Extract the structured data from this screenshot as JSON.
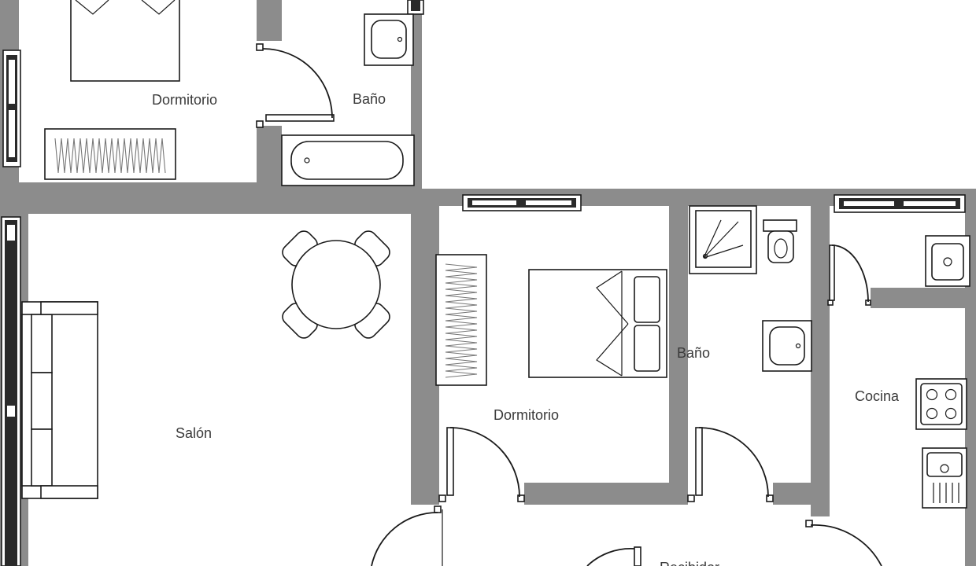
{
  "plan": {
    "rooms": {
      "bedroom_top": {
        "label": "Dormitorio"
      },
      "bath_top": {
        "label": "Baño"
      },
      "living": {
        "label": "Salón"
      },
      "bedroom_mid": {
        "label": "Dormitorio"
      },
      "bath_mid": {
        "label": "Baño"
      },
      "kitchen": {
        "label": "Cocina"
      },
      "hall": {
        "label": "Recibidor"
      }
    },
    "colors": {
      "wall": "#8c8c8c",
      "line": "#1a1a1a",
      "background": "#ffffff"
    },
    "fixtures": [
      "double-bed",
      "wardrobe",
      "bathtub",
      "washbasin",
      "toilet",
      "shower-tray",
      "sofa",
      "round-table",
      "chair",
      "kitchen-sink",
      "cooktop",
      "oven",
      "window",
      "door"
    ]
  }
}
